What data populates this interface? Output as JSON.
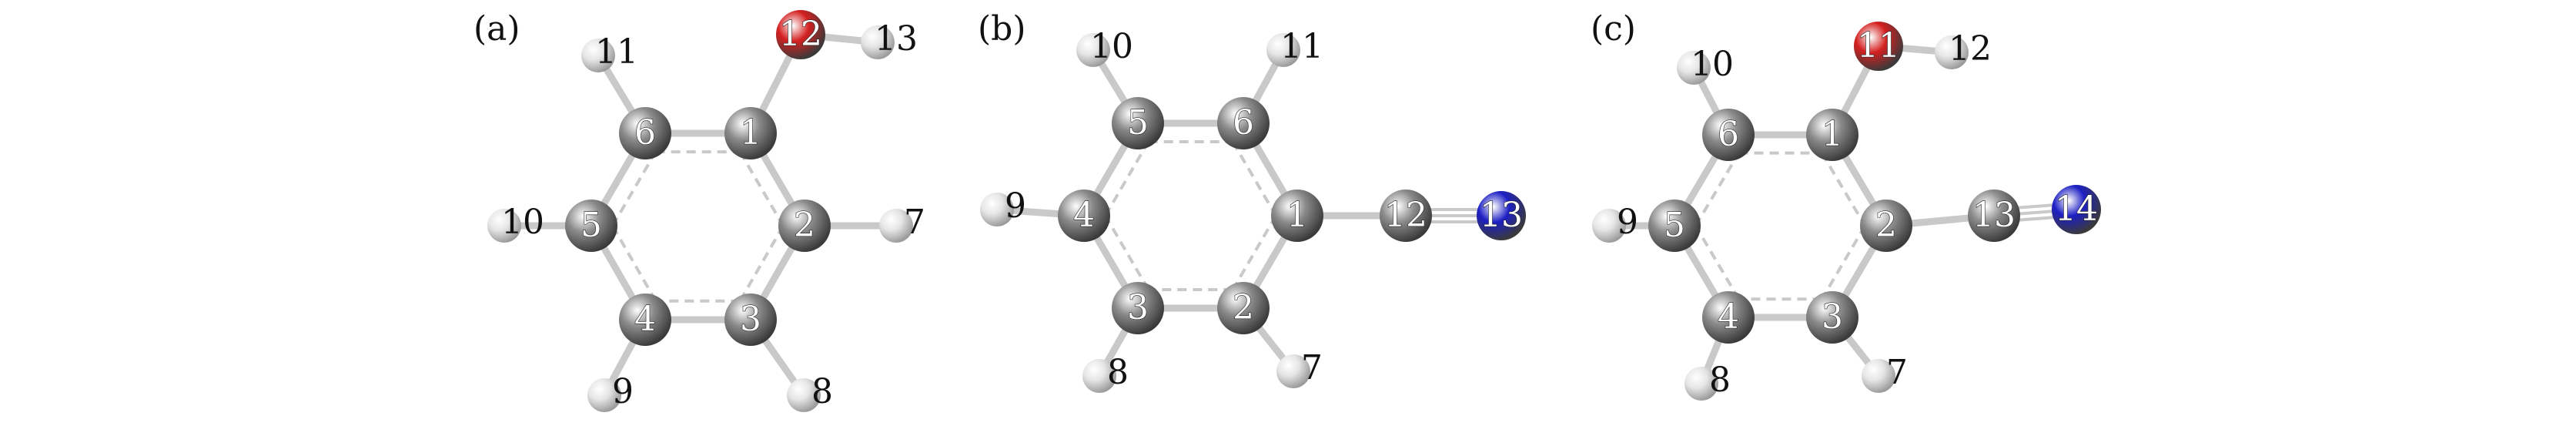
{
  "colors": {
    "carbon": "#8a8a8a",
    "hydrogen": "#e6e6e6",
    "oxygen": "#d42020",
    "nitrogen": "#1d1fc4",
    "bond": "#c9c9c9",
    "aromatic_dash": "#c9c9c9",
    "background": "#ffffff"
  },
  "molecules": [
    {
      "label": "(a)",
      "atoms": [
        {
          "id": "1",
          "el": "C"
        },
        {
          "id": "2",
          "el": "C"
        },
        {
          "id": "3",
          "el": "C"
        },
        {
          "id": "4",
          "el": "C"
        },
        {
          "id": "5",
          "el": "C"
        },
        {
          "id": "6",
          "el": "C"
        },
        {
          "id": "7",
          "el": "H"
        },
        {
          "id": "8",
          "el": "H"
        },
        {
          "id": "9",
          "el": "H"
        },
        {
          "id": "10",
          "el": "H"
        },
        {
          "id": "11",
          "el": "H"
        },
        {
          "id": "12",
          "el": "O"
        },
        {
          "id": "13",
          "el": "H"
        }
      ],
      "bonds": [
        [
          "1",
          "2"
        ],
        [
          "2",
          "3"
        ],
        [
          "3",
          "4"
        ],
        [
          "4",
          "5"
        ],
        [
          "5",
          "6"
        ],
        [
          "6",
          "1"
        ],
        [
          "1",
          "12"
        ],
        [
          "12",
          "13"
        ],
        [
          "2",
          "7"
        ],
        [
          "3",
          "8"
        ],
        [
          "4",
          "9"
        ],
        [
          "5",
          "10"
        ],
        [
          "6",
          "11"
        ]
      ],
      "ring": [
        "1",
        "2",
        "3",
        "4",
        "5",
        "6"
      ]
    },
    {
      "label": "(b)",
      "atoms": [
        {
          "id": "1",
          "el": "C"
        },
        {
          "id": "2",
          "el": "C"
        },
        {
          "id": "3",
          "el": "C"
        },
        {
          "id": "4",
          "el": "C"
        },
        {
          "id": "5",
          "el": "C"
        },
        {
          "id": "6",
          "el": "C"
        },
        {
          "id": "7",
          "el": "H"
        },
        {
          "id": "8",
          "el": "H"
        },
        {
          "id": "9",
          "el": "H"
        },
        {
          "id": "10",
          "el": "H"
        },
        {
          "id": "11",
          "el": "H"
        },
        {
          "id": "12",
          "el": "C"
        },
        {
          "id": "13",
          "el": "N"
        }
      ],
      "bonds": [
        [
          "1",
          "2"
        ],
        [
          "2",
          "3"
        ],
        [
          "3",
          "4"
        ],
        [
          "4",
          "5"
        ],
        [
          "5",
          "6"
        ],
        [
          "6",
          "1"
        ],
        [
          "1",
          "12"
        ],
        [
          "12",
          "13"
        ],
        [
          "2",
          "7"
        ],
        [
          "3",
          "8"
        ],
        [
          "4",
          "9"
        ],
        [
          "5",
          "10"
        ],
        [
          "6",
          "11"
        ]
      ],
      "triple": [
        [
          "12",
          "13"
        ]
      ],
      "ring": [
        "1",
        "2",
        "3",
        "4",
        "5",
        "6"
      ]
    },
    {
      "label": "(c)",
      "atoms": [
        {
          "id": "1",
          "el": "C"
        },
        {
          "id": "2",
          "el": "C"
        },
        {
          "id": "3",
          "el": "C"
        },
        {
          "id": "4",
          "el": "C"
        },
        {
          "id": "5",
          "el": "C"
        },
        {
          "id": "6",
          "el": "C"
        },
        {
          "id": "7",
          "el": "H"
        },
        {
          "id": "8",
          "el": "H"
        },
        {
          "id": "9",
          "el": "H"
        },
        {
          "id": "10",
          "el": "H"
        },
        {
          "id": "11",
          "el": "O"
        },
        {
          "id": "12",
          "el": "H"
        },
        {
          "id": "13",
          "el": "C"
        },
        {
          "id": "14",
          "el": "N"
        }
      ],
      "bonds": [
        [
          "1",
          "2"
        ],
        [
          "2",
          "3"
        ],
        [
          "3",
          "4"
        ],
        [
          "4",
          "5"
        ],
        [
          "5",
          "6"
        ],
        [
          "6",
          "1"
        ],
        [
          "1",
          "11"
        ],
        [
          "11",
          "12"
        ],
        [
          "2",
          "13"
        ],
        [
          "13",
          "14"
        ],
        [
          "3",
          "7"
        ],
        [
          "4",
          "8"
        ],
        [
          "5",
          "9"
        ],
        [
          "6",
          "10"
        ]
      ],
      "triple": [
        [
          "13",
          "14"
        ]
      ],
      "ring": [
        "1",
        "2",
        "3",
        "4",
        "5",
        "6"
      ]
    }
  ]
}
